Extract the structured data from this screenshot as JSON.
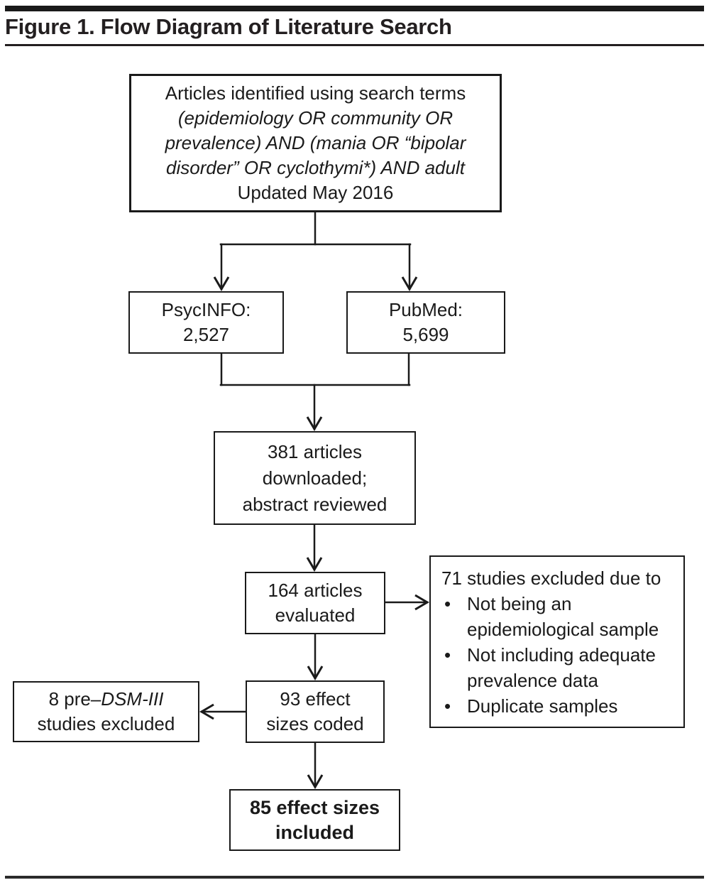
{
  "page": {
    "title": "Figure 1. Flow Diagram of Literature Search"
  },
  "flow": {
    "search_box": {
      "line1": "Articles identified using search terms",
      "line2": "(epidemiology OR community OR",
      "line3": "prevalence) AND (mania OR “bipolar",
      "line4": "disorder” OR cyclothymi*) AND adult",
      "line5": "Updated May 2016"
    },
    "psycinfo_box": {
      "label": "PsycINFO:",
      "count": "2,527"
    },
    "pubmed_box": {
      "label": "PubMed:",
      "count": "5,699"
    },
    "downloaded_box": {
      "line1": "381 articles",
      "line2": "downloaded;",
      "line3": "abstract reviewed"
    },
    "evaluated_box": {
      "line1": "164 articles",
      "line2": "evaluated"
    },
    "exclusion_box": {
      "title": "71 studies excluded due to",
      "bullets": [
        "Not being an epidemiological sample",
        "Not including adequate prevalence data",
        "Duplicate samples"
      ]
    },
    "coded_box": {
      "line1": "93 effect",
      "line2": "sizes coded"
    },
    "dsm_box": {
      "prefix": "8 pre–",
      "italic": "DSM-III",
      "line2": "studies excluded"
    },
    "included_box": {
      "line1": "85 effect sizes",
      "line2": "included"
    }
  }
}
